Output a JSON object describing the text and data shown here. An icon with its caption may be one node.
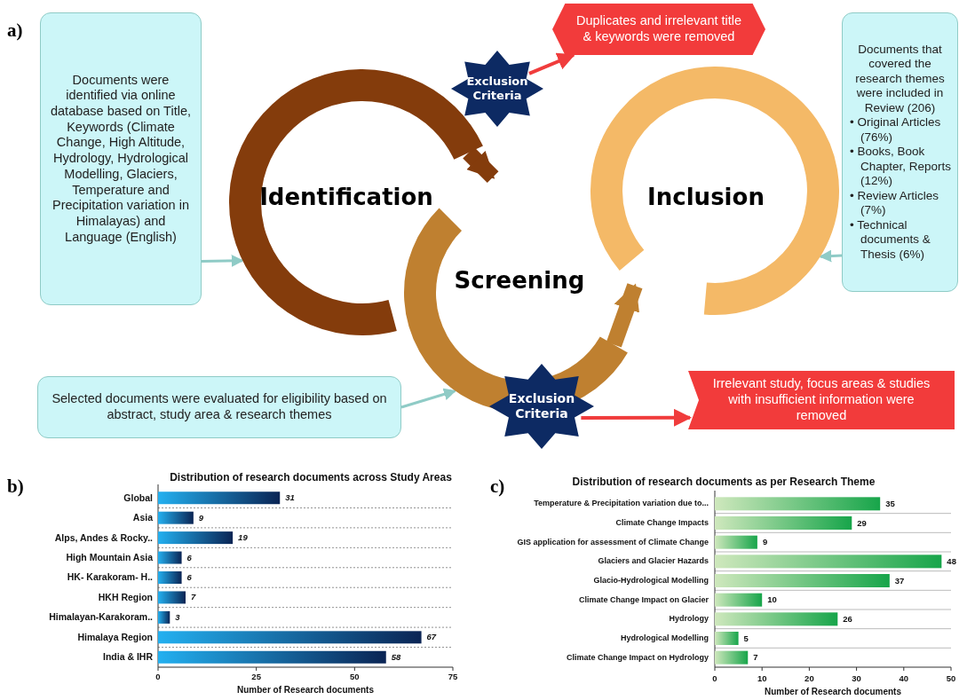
{
  "diagram": {
    "nodes": [
      {
        "text": [
          "Documents were identified via online database based on Title, Keywords (Climate Change, High Altitude, Hydrology, Hydrological Modelling, Glaciers, Temperature and Precipitation variation in Himalayas) and Language (English)"
        ]
      },
      {
        "text": [
          "Identification"
        ]
      },
      {
        "text": [
          "Exclusion Criteria"
        ]
      },
      {
        "text": [
          "Duplicates and irrelevant title & keywords were removed"
        ]
      },
      {
        "text": [
          "Inclusion"
        ]
      },
      {
        "text": [
          "Documents that covered the research themes were included in Review (206)",
          "• Original Articles (76%)",
          "• Books, Book Chapter, Reports (12%)",
          "• Review Articles (7%)",
          "• Technical documents & Thesis (6%)"
        ]
      },
      {
        "text": [
          "Screening"
        ]
      },
      {
        "text": [
          "Selected documents were evaluated for eligibility based on abstract, study area & research themes"
        ]
      },
      {
        "text": [
          "Exclusion Criteria"
        ]
      },
      {
        "text": [
          "Irrelevant study, focus areas & studies with insufficient information were removed"
        ]
      }
    ],
    "edges": [
      {
        "from": 0,
        "to": 1,
        "arrow": "to"
      },
      {
        "from": 2,
        "to": 3,
        "arrow": "to",
        "color": "#f03c3c"
      },
      {
        "from": 1,
        "to": 6,
        "arrow": "to",
        "style": "thick",
        "color": "#843c0c"
      },
      {
        "from": 6,
        "to": 4,
        "arrow": "to",
        "style": "thick",
        "color": "#bf8030"
      },
      {
        "from": 5,
        "to": 4,
        "arrow": "to"
      },
      {
        "from": 7,
        "to": 6,
        "arrow": "to"
      },
      {
        "from": 8,
        "to": 9,
        "arrow": "to",
        "color": "#f03c3c"
      }
    ],
    "labels": [
      "a)",
      "b)",
      "c)"
    ],
    "chart_data": [
      {
        "type": "bar",
        "orientation": "horizontal",
        "title": "Distribution of research documents across Study Areas",
        "xlabel": "Number of Research documents",
        "categories": [
          "Global",
          "Asia",
          "Alps, Andes & Rocky..",
          "High Mountain Asia",
          "HK- Karakoram- H..",
          "HKH Region",
          "Himalayan-Karakoram..",
          "Himalaya Region",
          "India & IHR"
        ],
        "values": [
          31,
          9,
          19,
          6,
          6,
          7,
          3,
          67,
          58
        ],
        "xlim": [
          0,
          75
        ],
        "xticks": [
          0,
          25,
          50,
          75
        ],
        "data_labels": true
      },
      {
        "type": "bar",
        "orientation": "horizontal",
        "title": "Distribution of research documents as per Research Theme",
        "xlabel": "Number of Research documents",
        "categories": [
          "Temperature & Precipitation variation due to...",
          "Climate Change Impacts",
          "GIS application for assessment of Climate Change",
          "Glaciers and Glacier Hazards",
          "Glacio-Hydrological Modelling",
          "Climate Change Impact on Glacier",
          "Hydrology",
          "Hydrological Modelling",
          "Climate Change Impact on Hydrology"
        ],
        "values": [
          35,
          29,
          9,
          48,
          37,
          10,
          26,
          5,
          7
        ],
        "xlim": [
          0,
          50
        ],
        "xticks": [
          0,
          10,
          20,
          30,
          40,
          50
        ],
        "data_labels": true
      }
    ]
  }
}
